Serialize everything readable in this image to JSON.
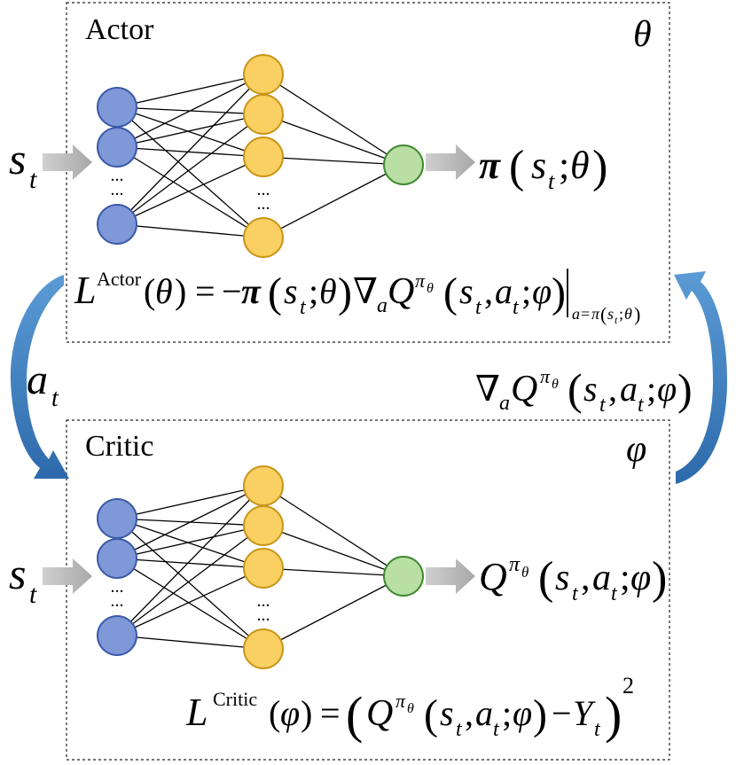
{
  "actor": {
    "title": "Actor",
    "param_symbol": "θ",
    "output_label": "π(s_t;θ)",
    "loss_formula": "L^Actor(θ) = −π(s_t;θ)∇_a Q^{π_θ}(s_t,a_t;φ)|_{a=π(s_t;θ)}"
  },
  "critic": {
    "title": "Critic",
    "param_symbol": "φ",
    "output_label": "Q^{π_θ}(s_t,a_t;φ)",
    "loss_formula": "L^Critic(φ) = (Q^{π_θ}(s_t,a_t;φ) − Y_t)^2"
  },
  "signals": {
    "state_input": "s_t",
    "action_signal": "a_t",
    "gradient_signal": "∇_a Q^{π_θ}(s_t,a_t;φ)"
  },
  "colors": {
    "input_node": "#7f98d8",
    "hidden_node": "#fbd062",
    "output_node": "#b9dfa5",
    "arrow_gray": "#c0c0c0",
    "curved_arrow": "#3f7fc4"
  }
}
